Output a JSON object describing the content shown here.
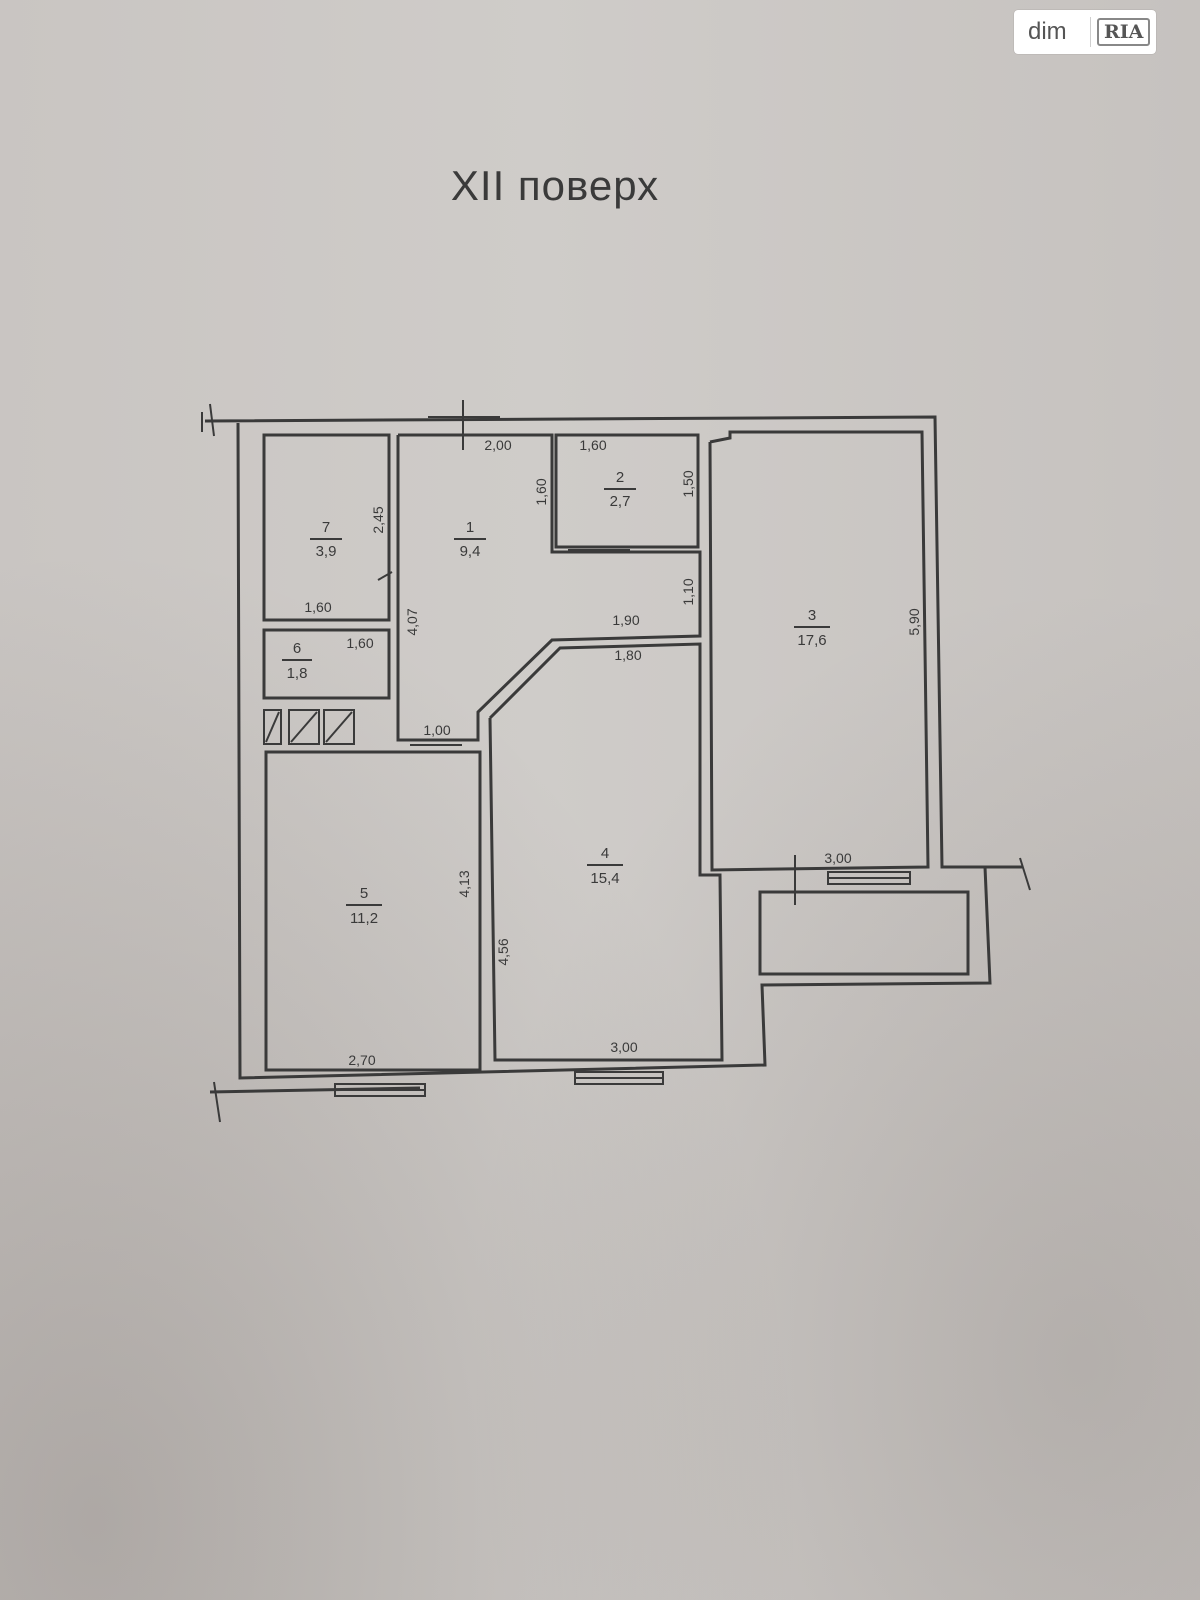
{
  "floor_title": "XII поверх",
  "watermark": {
    "dim": "dim",
    "ria": "RIA"
  },
  "rooms": [
    {
      "number": "1",
      "area": "9,4"
    },
    {
      "number": "2",
      "area": "2,7"
    },
    {
      "number": "3",
      "area": "17,6"
    },
    {
      "number": "4",
      "area": "15,4"
    },
    {
      "number": "5",
      "area": "11,2"
    },
    {
      "number": "6",
      "area": "1,8"
    },
    {
      "number": "7",
      "area": "3,9"
    }
  ],
  "dimensions": {
    "r1_top": "2,00",
    "r1_left": "4,07",
    "r1_right": "1,60",
    "r1_bottom_left": "1,00",
    "r1_corridor": "1,90",
    "r1_corridor_right": "1,10",
    "r2_top": "1,60",
    "r2_right": "1,50",
    "r3_right": "5,90",
    "r3_bottom": "3,00",
    "r4_top": "1,80",
    "r4_left": "4,56",
    "r4_bottom": "3,00",
    "r5_right": "4,13",
    "r5_bottom": "2,70",
    "r6_top": "1,60",
    "r7_right": "2,45",
    "r7_bottom": "1,60"
  }
}
